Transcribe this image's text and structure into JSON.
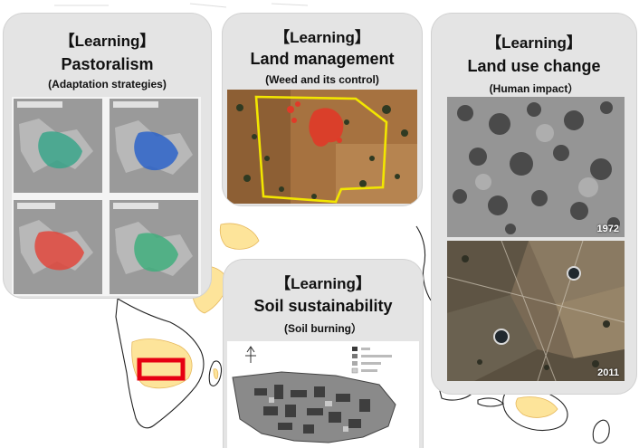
{
  "cards": {
    "pastoralism": {
      "tag": "【Learning】",
      "title": "Pastoralism",
      "subtitle": "(Adaptation strategies)"
    },
    "land_management": {
      "tag": "【Learning】",
      "title": "Land management",
      "subtitle": "(Weed and its control)"
    },
    "land_use_change": {
      "tag": "【Learning】",
      "title": "Land use change",
      "subtitle": "(Human impact）",
      "year_before": "1972",
      "year_after": "2011"
    },
    "soil_sustainability": {
      "tag": "【Learning】",
      "title": "Soil sustainability",
      "subtitle": "(Soil burning）"
    }
  },
  "colors": {
    "card_bg": "#e4e4e4",
    "map_highlight": "#fde49a",
    "study_site_marker": "#e60012",
    "weed_outline": "#f2e600",
    "weed_patch": "#e03a28"
  },
  "icons": {
    "north_arrow": "north-arrow-icon"
  }
}
